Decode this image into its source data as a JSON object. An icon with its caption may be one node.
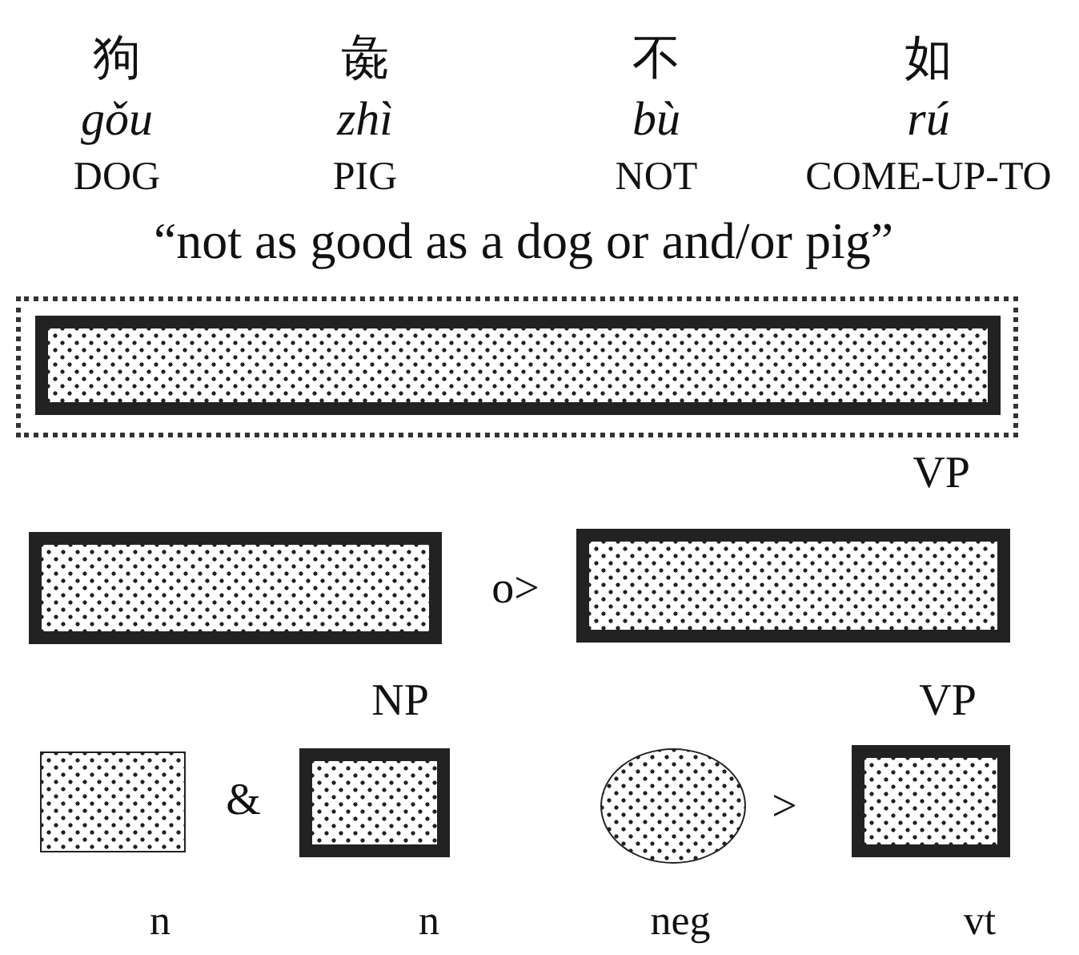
{
  "diagram": {
    "nodes": [
      {
        "text": [],
        "shape": "box"
      },
      {
        "text": [],
        "shape": "bar",
        "in": 0
      },
      {
        "text": [],
        "shape": "bar"
      },
      {
        "text": [],
        "shape": "bar",
        "beside": [
          "VP"
        ]
      },
      {
        "text": [],
        "shape": "box",
        "beside": [
          "n"
        ]
      },
      {
        "text": [],
        "shape": "box",
        "beside": [
          "NP",
          "n"
        ]
      },
      {
        "text": [],
        "shape": "circle",
        "beside": [
          "neg"
        ]
      },
      {
        "text": [],
        "shape": "box",
        "beside": [
          "VP",
          "vt"
        ]
      }
    ],
    "labels": [
      "狗",
      "彘",
      "不",
      "如",
      "gǒu",
      "zhì",
      "bù",
      "rú",
      "DOG",
      "PIG",
      "NOT",
      "COME-UP-TO",
      "“not as good as a dog or and/or pig”",
      "o>",
      "&",
      ">"
    ]
  }
}
